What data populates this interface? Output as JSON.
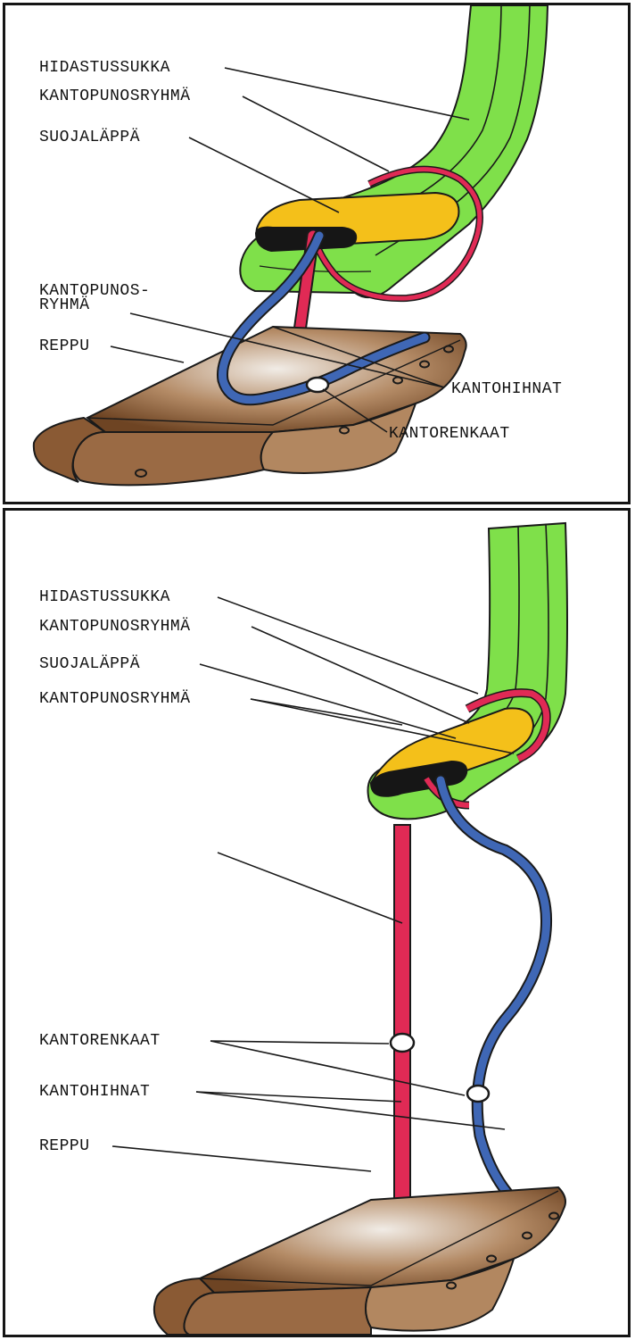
{
  "top_panel": {
    "labels": {
      "hidastussukka": "HIDASTUSSUKKA",
      "kantopunosryhma": "KANTOPUNOSRYHMÄ",
      "suojalappa": "SUOJALÄPPÄ",
      "kantopunos_line1": "KANTOPUNOS-",
      "kantopunos_line2": "RYHMÄ",
      "reppu": "REPPU",
      "kantohihnat": "KANTOHIHNAT",
      "kantorenkaat": "KANTORENKAAT"
    }
  },
  "bottom_panel": {
    "labels": {
      "hidastussukka": "HIDASTUSSUKKA",
      "kantopunosryhma_top": "KANTOPUNOSRYHMÄ",
      "suojalappa": "SUOJALÄPPÄ",
      "kantopunosryhma_mid": "KANTOPUNOSRYHMÄ",
      "kantorenkaat": "KANTORENKAAT",
      "kantohihnat": "KANTOHIHNAT",
      "reppu": "REPPU"
    }
  },
  "colors": {
    "sleeve_green": "#7fe04a",
    "riser_red": "#e02a55",
    "riser_blue": "#3f67b5",
    "flap_yellow": "#f4c01a",
    "pack_brown": "#8a5a34",
    "outline": "#1a1a1a"
  }
}
